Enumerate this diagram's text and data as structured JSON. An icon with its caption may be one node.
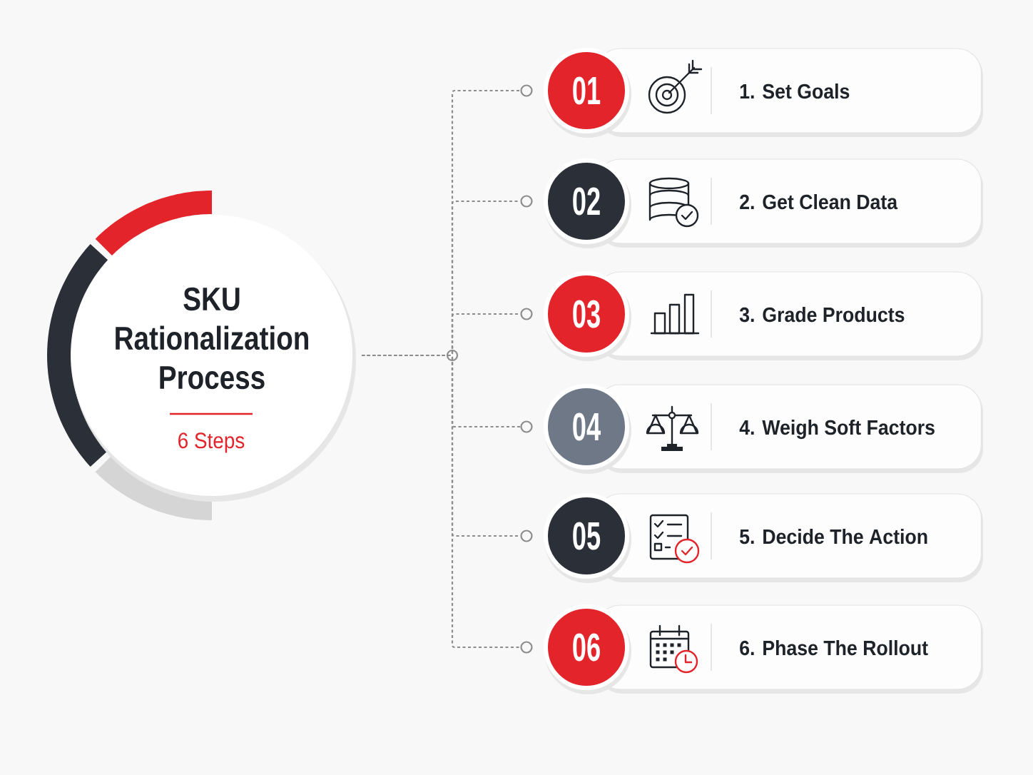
{
  "diagram": {
    "nodes": [
      {
        "text": [
          "SKU Rationalization Process",
          "6 Steps"
        ]
      },
      {
        "text": [
          "01"
        ]
      },
      {
        "text": [
          "1. Set Goals"
        ]
      },
      {
        "text": [
          "02"
        ]
      },
      {
        "text": [
          "2. Get Clean Data"
        ]
      },
      {
        "text": [
          "03"
        ]
      },
      {
        "text": [
          "3. Grade Products"
        ]
      },
      {
        "text": [
          "04"
        ]
      },
      {
        "text": [
          "4. Weigh Soft Factors"
        ]
      },
      {
        "text": [
          "05"
        ]
      },
      {
        "text": [
          "5. Decide The Action"
        ]
      },
      {
        "text": [
          "06"
        ]
      },
      {
        "text": [
          "6. Phase The Rollout"
        ]
      }
    ],
    "edges": [
      {
        "from": 0,
        "to": 1,
        "arrow": "other",
        "style": "dashed"
      },
      {
        "from": 0,
        "to": 3,
        "arrow": "other",
        "style": "dashed"
      },
      {
        "from": 0,
        "to": 5,
        "arrow": "other",
        "style": "dashed"
      },
      {
        "from": 0,
        "to": 7,
        "arrow": "other",
        "style": "dashed"
      },
      {
        "from": 0,
        "to": 9,
        "arrow": "other",
        "style": "dashed"
      },
      {
        "from": 0,
        "to": 11,
        "arrow": "other",
        "style": "dashed"
      }
    ]
  }
}
